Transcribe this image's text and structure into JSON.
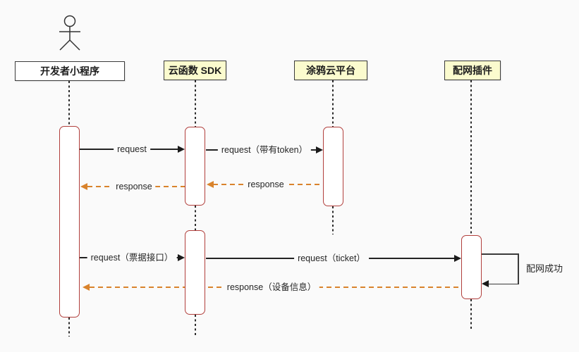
{
  "diagram_type": "sequence",
  "participants": [
    {
      "label": "开发者小程序",
      "kind": "actor"
    },
    {
      "label": "云函数 SDK",
      "kind": "participant"
    },
    {
      "label": "涂鸦云平台",
      "kind": "participant"
    },
    {
      "label": "配网插件",
      "kind": "participant"
    }
  ],
  "messages": [
    {
      "from": "开发者小程序",
      "to": "云函数 SDK",
      "label": "request",
      "style": "solid-black"
    },
    {
      "from": "云函数 SDK",
      "to": "涂鸦云平台",
      "label": "request（带有token）",
      "style": "solid-black"
    },
    {
      "from": "涂鸦云平台",
      "to": "云函数 SDK",
      "label": "response",
      "style": "dashed-orange"
    },
    {
      "from": "云函数 SDK",
      "to": "开发者小程序",
      "label": "response",
      "style": "dashed-orange"
    },
    {
      "from": "开发者小程序",
      "to": "云函数 SDK",
      "label": "request（票据接口）",
      "style": "solid-black"
    },
    {
      "from": "云函数 SDK",
      "to": "配网插件",
      "label": "request（ticket）",
      "style": "solid-black"
    },
    {
      "from": "配网插件",
      "to": "配网插件",
      "label": "配网成功",
      "style": "self-loop"
    },
    {
      "from": "配网插件",
      "to": "开发者小程序",
      "label": "response（设备信息）",
      "style": "dashed-orange"
    }
  ],
  "colors": {
    "background": "#fafafa",
    "participant_fill": "#fbfbce",
    "actor_participant_fill": "#ffffff",
    "participant_border": "#3b3b3b",
    "activation_fill": "#ffffff",
    "activation_border": "#b13f3c",
    "solid_arrow": "#1a1a1a",
    "dashed_arrow": "#d9832c",
    "lifeline": "#2b2b2b",
    "text": "#262626"
  }
}
